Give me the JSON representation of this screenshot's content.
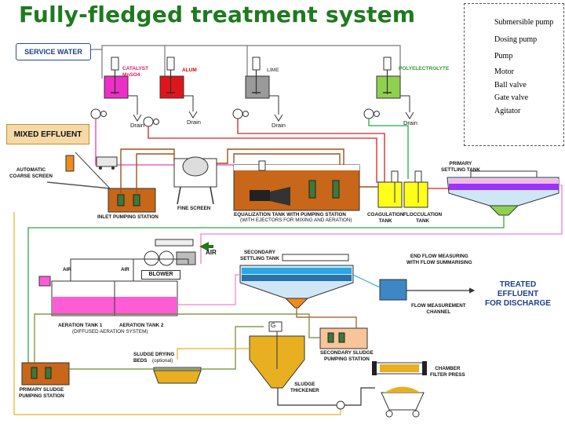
{
  "title": "Fully-fledged treatment system",
  "labels": {
    "service_water": "SERVICE WATER",
    "mixed_effluent": "MIXED EFFLUENT",
    "automatic_coarse_screen": "AUTOMATIC\nCOARSE SCREEN",
    "inlet_pumping_station": "INLET PUMPING STATION",
    "fine_screen": "FINE SCREEN",
    "equalization_tank": "EQUALIZATION TANK WITH PUMPING STATION",
    "equalization_sub": "(WITH EJECTORS FOR MIXING AND AERATION)",
    "coagulation_tank": "COAGULATION\nTANK",
    "flocculation_tank": "FLOCCULATION\nTANK",
    "primary_settling_tank": "PRIMARY\nSETTLING TANK",
    "secondary_settling_tank": "SECONDARY\nSETTLING TANK",
    "end_flow": "END FLOW MEASURING\nWITH FLOW SUMMARISING",
    "flow_measurement_channel": "FLOW MEASUREMENT\nCHANNEL",
    "treated_effluent": "TREATED\nEFFLUENT\nFOR DISCHARGE",
    "air": "AIR",
    "blower": "BLOWER",
    "aeration_tank_1": "AERATION TANK 1",
    "aeration_tank_2": "AERATION TANK 2",
    "diffused": "(DIFFUSED AERATION SYSTEM)",
    "sludge_drying_beds": "SLUDGE DRYING\nBEDS",
    "optional": "(optional)",
    "sludge_thickener": "SLUDGE\nTHICKENER",
    "secondary_sludge_ps": "SECONDARY SLUDGE\nPUMPING STATION",
    "primary_sludge_ps": "PRIMARY SLUDGE\nPUMPING STATION",
    "chamber_filter_press": "CHAMBER\nFILTER PRESS",
    "drain": "Drain",
    "g": "G"
  },
  "chemicals": [
    {
      "name": "CATALYST\nMnSO4",
      "color": "#d81b60"
    },
    {
      "name": "ALUM",
      "color": "#d50000"
    },
    {
      "name": "LIME",
      "color": "#666666"
    },
    {
      "name": "POLYELECTROLYTE",
      "color": "#2e9e2e"
    }
  ],
  "legend": [
    {
      "icon": "submersible-pump-icon",
      "label": "Submersible pump"
    },
    {
      "icon": "dosing-pump-icon",
      "label": "Dosing pump"
    },
    {
      "icon": "pump-icon",
      "label": "Pump"
    },
    {
      "icon": "motor-icon",
      "label": "Motor"
    },
    {
      "icon": "ball-valve-icon",
      "label": "Ball valve"
    },
    {
      "icon": "gate-valve-icon",
      "label": "Gate valve"
    },
    {
      "icon": "agitator-icon",
      "label": "Agitator"
    }
  ],
  "colors": {
    "title": "#1e7a1e",
    "sewage": "#c65f0a",
    "chem_pink": "#ee2fc7",
    "chem_red": "#e0151b",
    "chem_grey": "#9a9a9a",
    "chem_green": "#8fd14f",
    "coag_yellow": "#ffff1a",
    "settling_violet": "#9933ff",
    "secondary_blue": "#2aa8e6",
    "aeration_pink": "#ff5cd6",
    "sludge_gold": "#e8b020",
    "line_green": "#2ea84a",
    "line_olive": "#6a8a2a",
    "line_pink": "#f27fd8",
    "line_red": "#d62020"
  }
}
